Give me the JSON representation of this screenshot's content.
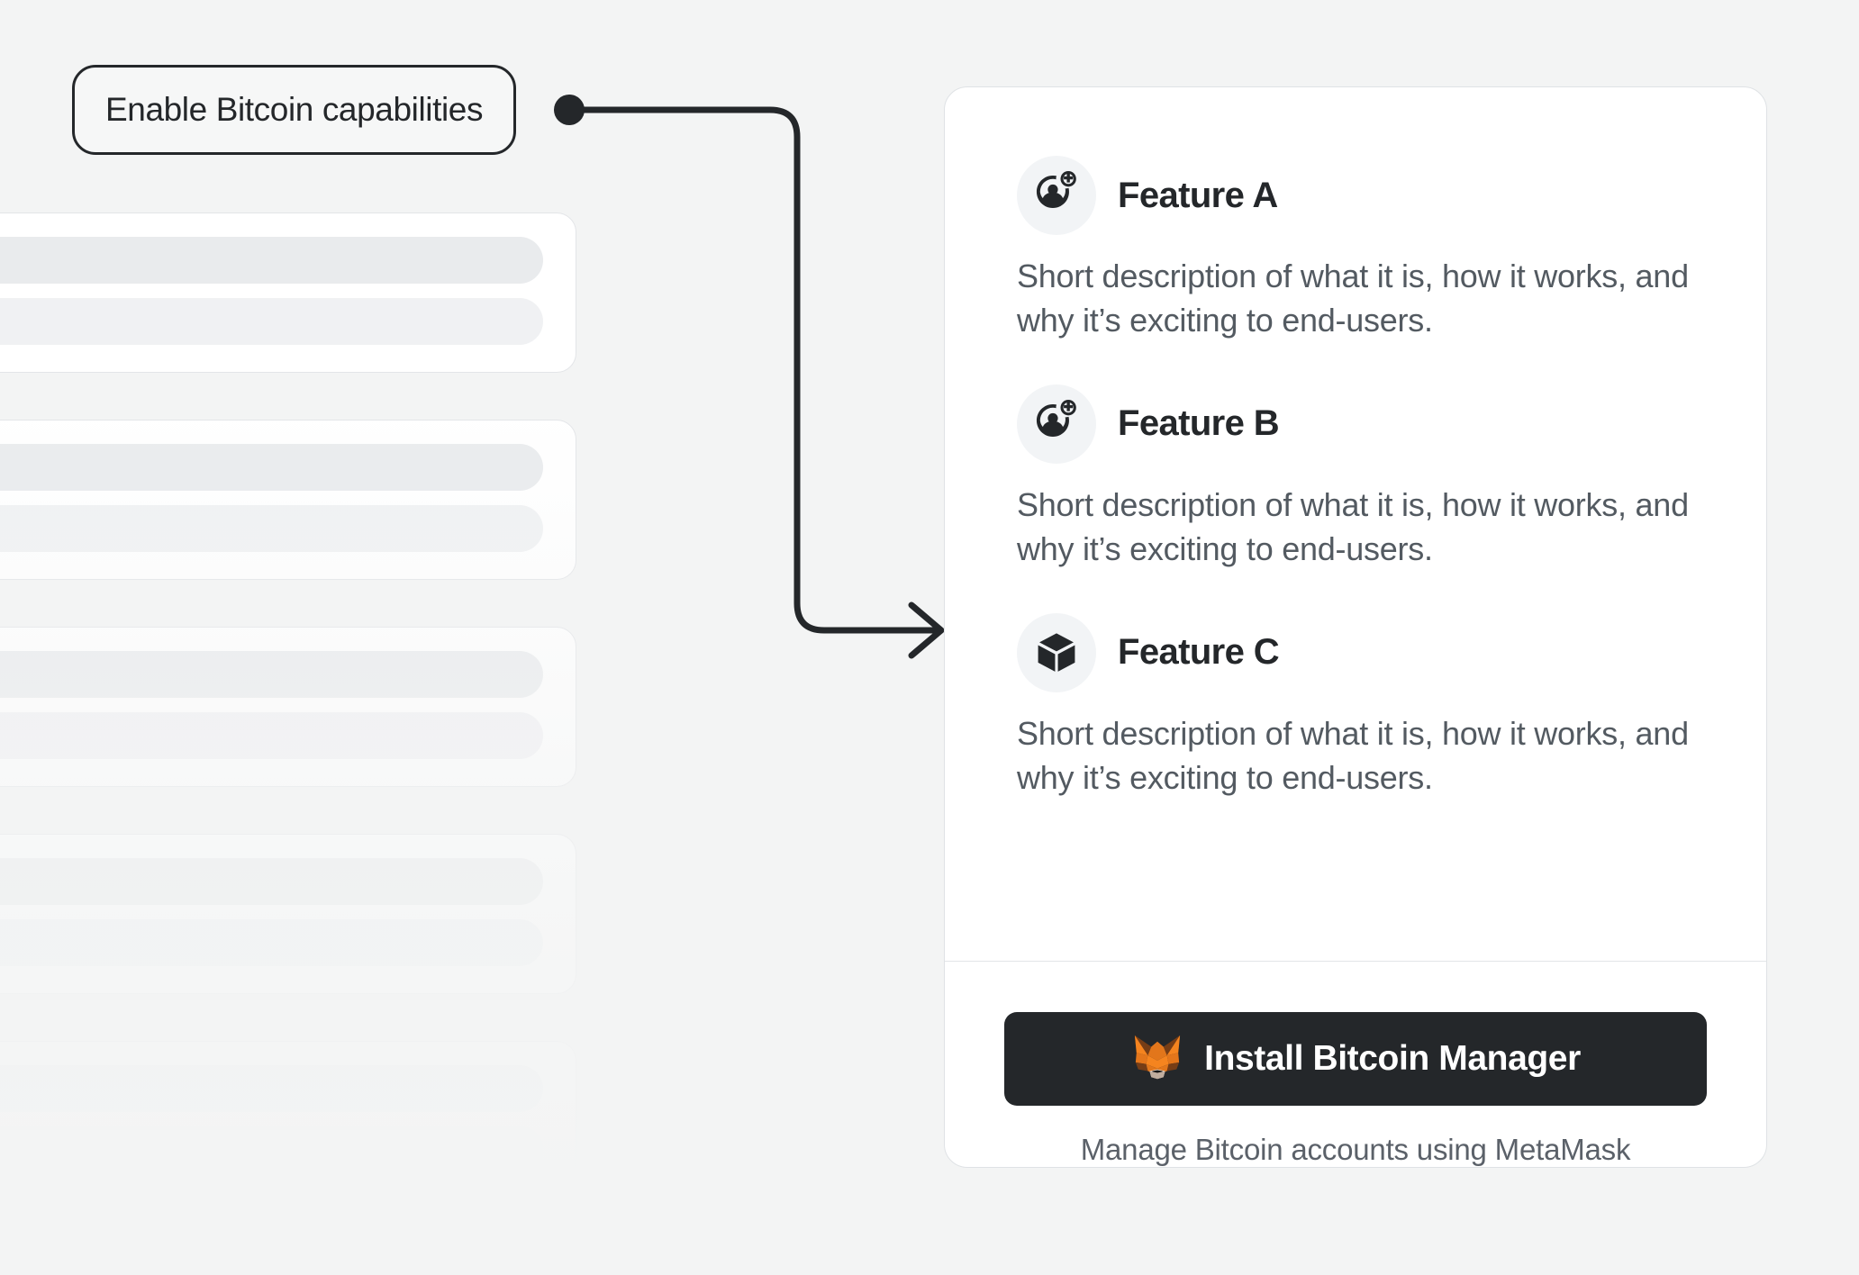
{
  "background": {
    "color": "#f3f4f4",
    "skeleton_cards": [
      {
        "name": "placeholder-card-1"
      },
      {
        "name": "placeholder-card-2"
      },
      {
        "name": "placeholder-card-3"
      },
      {
        "name": "placeholder-card-4"
      },
      {
        "name": "placeholder-card-5"
      }
    ]
  },
  "annotation": {
    "label": "Enable Bitcoin capabilities",
    "border_color": "#24272a",
    "dot_color": "#24272a",
    "connector_color": "#24272a",
    "arrow_icon": "arrow-right-icon"
  },
  "card": {
    "background": "#ffffff",
    "border_color": "#dfe2e5",
    "features": [
      {
        "icon": "user-add-icon",
        "title": "Feature A",
        "description": "Short description of what it is, how it works, and why it’s exciting to end-users."
      },
      {
        "icon": "user-add-icon",
        "title": "Feature B",
        "description": "Short description of what it is, how it works, and why it’s exciting to end-users."
      },
      {
        "icon": "cube-icon",
        "title": "Feature C",
        "description": "Short description of what it is, how it works, and why it’s exciting to end-users."
      }
    ],
    "install": {
      "button_label": "Install Bitcoin Manager",
      "button_icon": "metamask-fox-icon",
      "button_color": "#24272a",
      "button_text_color": "#ffffff",
      "caption": "Manage Bitcoin accounts using MetaMask",
      "caption_color": "#5b6169"
    }
  }
}
